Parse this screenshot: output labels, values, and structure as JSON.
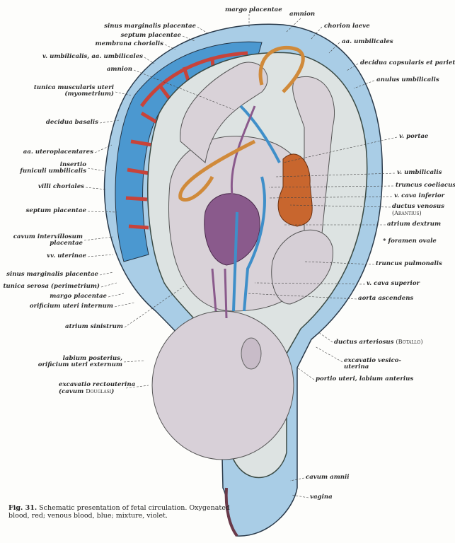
{
  "labels_left": [
    {
      "text": "sinus marginalis placentae"
    },
    {
      "text": "septum placentae"
    },
    {
      "text": "membrana chorialis"
    },
    {
      "text": "v. umbilicalis, aa. umbilicales"
    },
    {
      "text": "amnion"
    },
    {
      "text": "tunica muscularis uteri",
      "text2": "(myometrium)"
    },
    {
      "text": "decidua basalis"
    },
    {
      "text": "aa. uteroplacentares"
    },
    {
      "text": "insertio",
      "text2": "funiculi umbilicalis"
    },
    {
      "text": "villi choriales"
    },
    {
      "text": "septum placentae"
    },
    {
      "text": "cavum intervillosum",
      "text2": "placentae"
    },
    {
      "text": "vv. uterinae"
    },
    {
      "text": "sinus marginalis placentae"
    },
    {
      "text": "tunica serosa (perimetrium)"
    },
    {
      "text": "margo placentae"
    },
    {
      "text": "orificium uteri internum"
    },
    {
      "text": "atrium sinistrum"
    },
    {
      "text": "labium posterius,",
      "text2": "orificium uteri externum"
    },
    {
      "text": "excavatio rectouterina",
      "text2": "(cavum ",
      "text3": "Douglasi",
      "text4": ")"
    }
  ],
  "labels_top": [
    {
      "text": "margo placentae"
    },
    {
      "text": "amnion"
    }
  ],
  "labels_right": [
    {
      "text": "chorion laeve"
    },
    {
      "text": "aa. umbilicales"
    },
    {
      "text": "decidua capsularis et parietalis"
    },
    {
      "text": "anulus umbilicalis"
    },
    {
      "text": "v. portae"
    },
    {
      "text": "v. umbilicalis"
    },
    {
      "text": "truncus coeliacus"
    },
    {
      "text": "v. cava inferior"
    },
    {
      "text": "ductus venosus",
      "text2": "(Arantius)"
    },
    {
      "text": "atrium dextrum"
    },
    {
      "text": "* foramen ovale"
    },
    {
      "text": "truncus pulmonalis"
    },
    {
      "text": "v. cava superior"
    },
    {
      "text": "aorta ascendens"
    },
    {
      "text": "ductus arteriosus",
      "text2": "(Botallo)"
    },
    {
      "text": "excavatio vesico-",
      "text2": "uterina"
    },
    {
      "text": "portio uteri, labium anterius"
    },
    {
      "text": "cavum amnii"
    },
    {
      "text": "vagina"
    }
  ],
  "caption": {
    "fig": "Fig. 31.",
    "text": "Schematic presentation of fetal circulation. Oxygenated blood, red; venous blood, blue; mixture, violet."
  },
  "colors": {
    "oxygenated": "#c8433a",
    "venous": "#3f8fc9",
    "mixture": "#8a5a8c",
    "liver": "#c8662e",
    "skin": "#d9d2d8"
  }
}
